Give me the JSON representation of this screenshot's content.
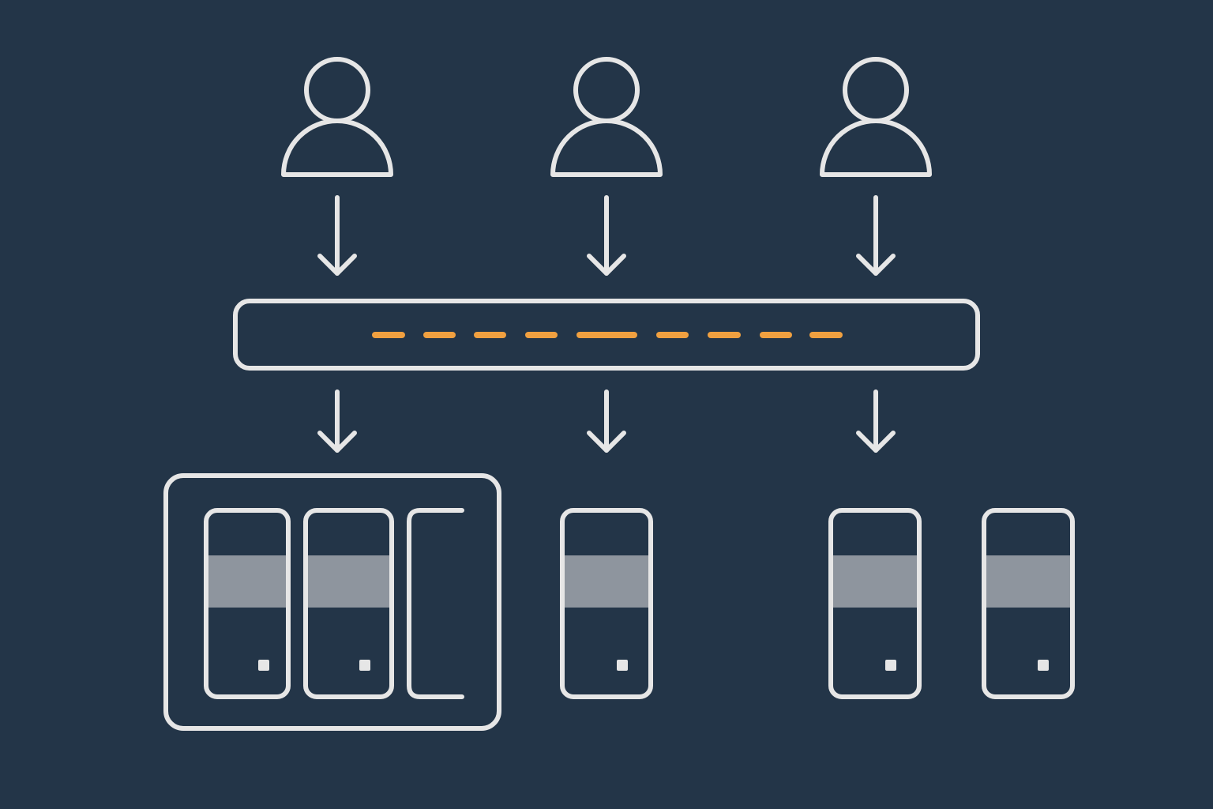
{
  "diagram": {
    "type": "load-balancer-architecture",
    "colors": {
      "background": "#233548",
      "line": "#e6e6e6",
      "band": "#8e959e",
      "accent": "#f0a040"
    },
    "users": [
      {
        "icon": "user-icon"
      },
      {
        "icon": "user-icon"
      },
      {
        "icon": "user-icon"
      }
    ],
    "load_balancer": {
      "icon": "load-balancer-icon",
      "indicator": "dashed-line",
      "dash_count": 9
    },
    "server_groups": [
      {
        "grouped": true,
        "servers": 3,
        "last_partial": true
      },
      {
        "grouped": false,
        "servers": 1
      },
      {
        "grouped": false,
        "servers": 2
      }
    ]
  }
}
